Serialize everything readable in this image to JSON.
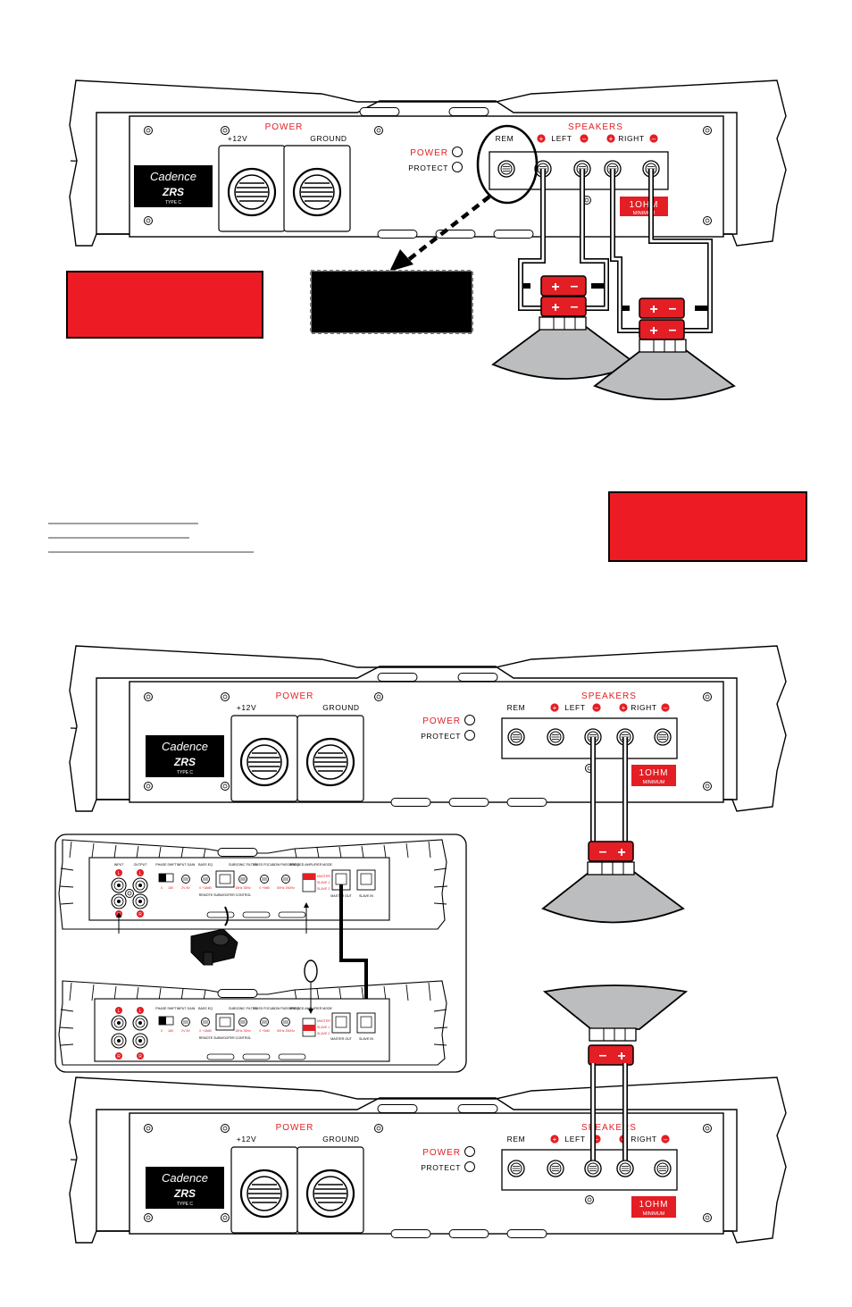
{
  "amp": {
    "power_title": "POWER",
    "plus12v": "+12V",
    "ground": "GROUND",
    "power_led": "POWER",
    "protect_led": "PROTECT",
    "speakers_title": "SPEAKERS",
    "rem": "REM",
    "left": "LEFT",
    "right": "RIGHT",
    "ohm": "1OHM",
    "ohm_min": "MINIMUM"
  },
  "logo": {
    "brand": "Cadence",
    "model": "ZRS",
    "type": "TYPE C"
  },
  "polarity": {
    "plus": "+",
    "minus": "–"
  },
  "control_amp": {
    "input": "INPUT",
    "output": "OUTPUT",
    "phase_shift": "PHASE SHIFT",
    "input_gain": "INPUT GAIN",
    "bass_eq": "BASS EQ",
    "subsonic_filter": "SUBSONIC FILTER",
    "bass_focus": "BASS FOCUS",
    "low_pass_freq": "LOW PASS FREQ",
    "bridged_amplifier_mode": "BRIDGED AMPLIFIER MODE",
    "remote_control": "REMOTE SUBWOOFER CONTROL",
    "master_out": "MASTER OUT",
    "slave_in": "SLAVE IN",
    "l": "L",
    "r": "R",
    "master": "MASTER",
    "slave1": "SLAVE 1",
    "slave2": "SLAVE 2",
    "zero": "0",
    "hundred_eighty": "180",
    "gain_range": "2V   8V",
    "eq_range": "0    +18dB",
    "sub_range": "15Hz  35Hz",
    "focus_range": "0    +9dB",
    "lp_range": "50Hz  250Hz"
  }
}
